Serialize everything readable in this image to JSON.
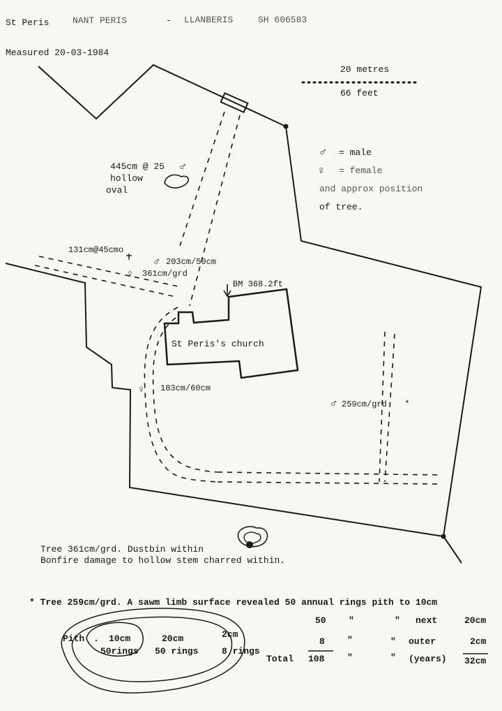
{
  "header": {
    "site": "St Peris",
    "place": "NANT PERIS",
    "dash": "-",
    "town": "LLANBERIS",
    "grid_ref": "SH 606583",
    "measured": "Measured 20-03-1984"
  },
  "scale": {
    "metres": "20 metres",
    "feet": "66 feet"
  },
  "legend": {
    "male": "= male",
    "female": "= female",
    "line3": "and approx position",
    "line4": "of tree."
  },
  "labels": {
    "tree_445": "445cm @ 25",
    "hollow": "hollow",
    "oval": "oval",
    "tree_131": "131cm@45cmo",
    "tree_203": "203cm/50cm",
    "tree_361": "361cm/grd",
    "bm": "BM 368.2ft",
    "church": "St Peris's church",
    "tree_183": "183cm/60cm",
    "tree_259": "259cm/grd",
    "star": "*"
  },
  "notes": {
    "tree361_line1": "Tree 361cm/grd.  Dustbin within",
    "tree361_line2": "Bonfire damage to hollow stem charred within.",
    "tree259_line": "* Tree 259cm/grd. A sawm limb surface revealed 50 annual rings pith to 10cm"
  },
  "rings_table": {
    "row2": {
      "count": "50",
      "q1": "\"",
      "q2": "\"",
      "label": "next",
      "dist": "20cm"
    },
    "row3": {
      "count": "8",
      "q1": "\"",
      "q2": "\"",
      "label": "outer",
      "dist": "2cm"
    },
    "row4": {
      "total_label": "Total",
      "count": "108",
      "q1": "\"",
      "q2": "\"",
      "label": "(years)",
      "dist": "32cm"
    }
  },
  "rings_diagram": {
    "pith": "Pith",
    "dot": ".",
    "inner_cm": "10cm",
    "inner_rings": "50rings",
    "mid_cm": "20cm",
    "mid_rings": "50 rings",
    "outer_cm": "2cm",
    "outer_rings": "8 rings"
  },
  "symbols": {
    "male": "♂",
    "female": "♀"
  }
}
